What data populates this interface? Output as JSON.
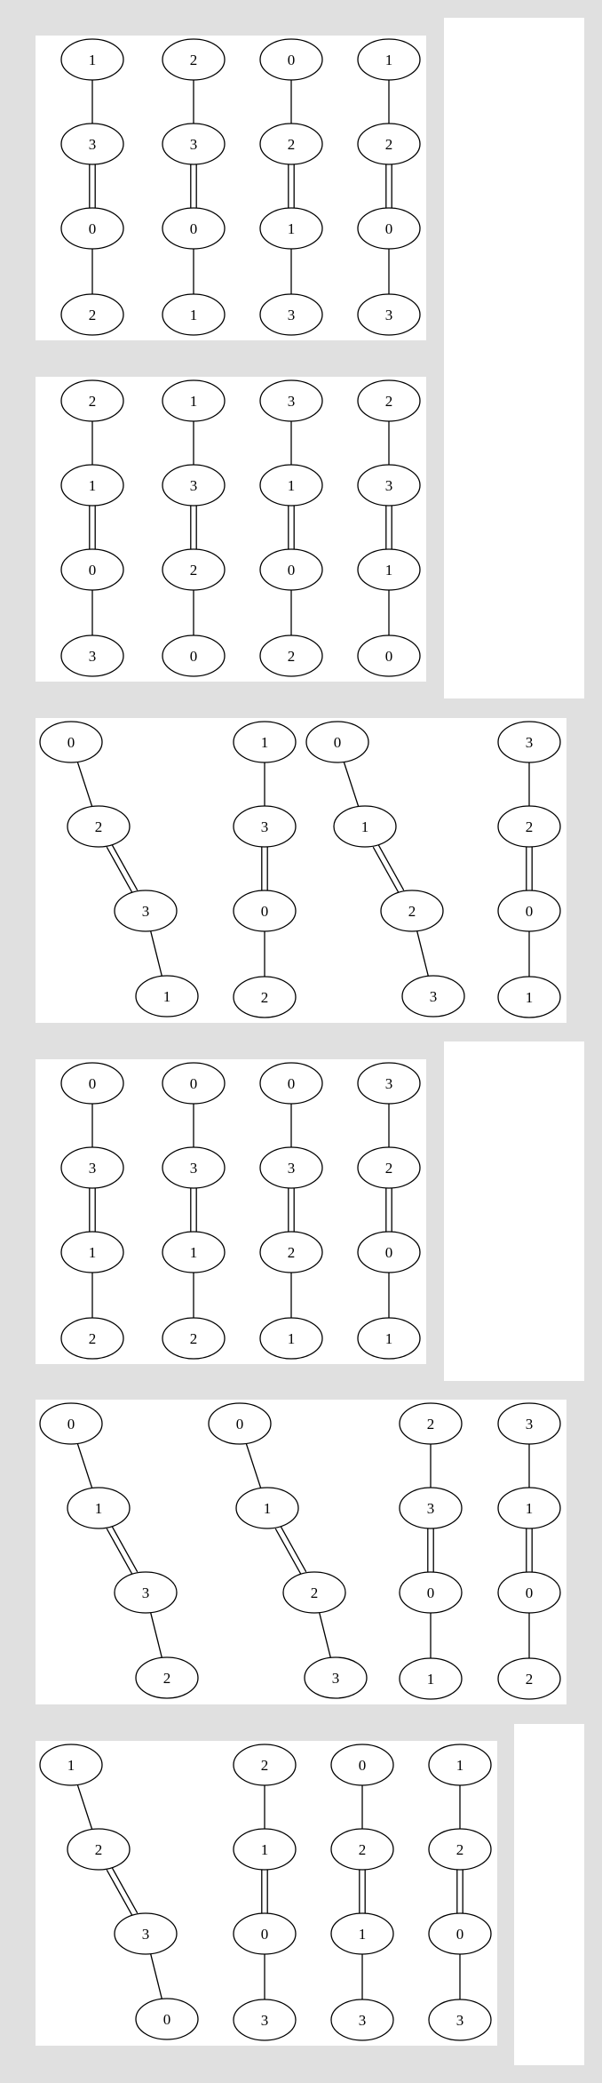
{
  "colors": {
    "background": "#e0e0e0",
    "panel": "#ffffff",
    "stroke": "#000000"
  },
  "panels": [
    {
      "graphs": [
        {
          "nodes": [
            "1",
            "3",
            "0",
            "2"
          ],
          "double_edge": 1
        },
        {
          "nodes": [
            "2",
            "3",
            "0",
            "1"
          ],
          "double_edge": 1
        },
        {
          "nodes": [
            "0",
            "2",
            "1",
            "3"
          ],
          "double_edge": 1
        },
        {
          "nodes": [
            "1",
            "2",
            "0",
            "3"
          ],
          "double_edge": 1
        }
      ]
    },
    {
      "graphs": [
        {
          "nodes": [
            "2",
            "1",
            "0",
            "3"
          ],
          "double_edge": 1
        },
        {
          "nodes": [
            "1",
            "3",
            "2",
            "0"
          ],
          "double_edge": 1
        },
        {
          "nodes": [
            "3",
            "1",
            "0",
            "2"
          ],
          "double_edge": 1
        },
        {
          "nodes": [
            "2",
            "3",
            "1",
            "0"
          ],
          "double_edge": 1
        }
      ]
    },
    {
      "graphs": [
        {
          "nodes": [
            "0",
            "2",
            "3",
            "1"
          ],
          "double_edge": 1
        },
        {
          "nodes": [
            "1",
            "3",
            "0",
            "2"
          ],
          "double_edge": 1
        },
        {
          "nodes": [
            "0",
            "1",
            "2",
            "3"
          ],
          "double_edge": 1
        },
        {
          "nodes": [
            "3",
            "2",
            "0",
            "1"
          ],
          "double_edge": 1
        }
      ]
    },
    {
      "graphs": [
        {
          "nodes": [
            "0",
            "3",
            "1",
            "2"
          ],
          "double_edge": 1
        },
        {
          "nodes": [
            "0",
            "3",
            "1",
            "2"
          ],
          "double_edge": 1
        },
        {
          "nodes": [
            "0",
            "3",
            "2",
            "1"
          ],
          "double_edge": 1
        },
        {
          "nodes": [
            "3",
            "2",
            "0",
            "1"
          ],
          "double_edge": 1
        }
      ]
    },
    {
      "graphs": [
        {
          "nodes": [
            "0",
            "1",
            "3",
            "2"
          ],
          "double_edge": 1
        },
        {
          "nodes": [
            "0",
            "1",
            "2",
            "3"
          ],
          "double_edge": 1
        },
        {
          "nodes": [
            "2",
            "3",
            "0",
            "1"
          ],
          "double_edge": 1
        },
        {
          "nodes": [
            "3",
            "1",
            "0",
            "2"
          ],
          "double_edge": 1
        }
      ]
    },
    {
      "graphs": [
        {
          "nodes": [
            "1",
            "2",
            "3",
            "0"
          ],
          "double_edge": 1
        },
        {
          "nodes": [
            "2",
            "1",
            "0",
            "3"
          ],
          "double_edge": 1
        },
        {
          "nodes": [
            "0",
            "2",
            "1",
            "3"
          ],
          "double_edge": 1
        },
        {
          "nodes": [
            "1",
            "2",
            "0",
            "3"
          ],
          "double_edge": 1
        }
      ]
    }
  ]
}
